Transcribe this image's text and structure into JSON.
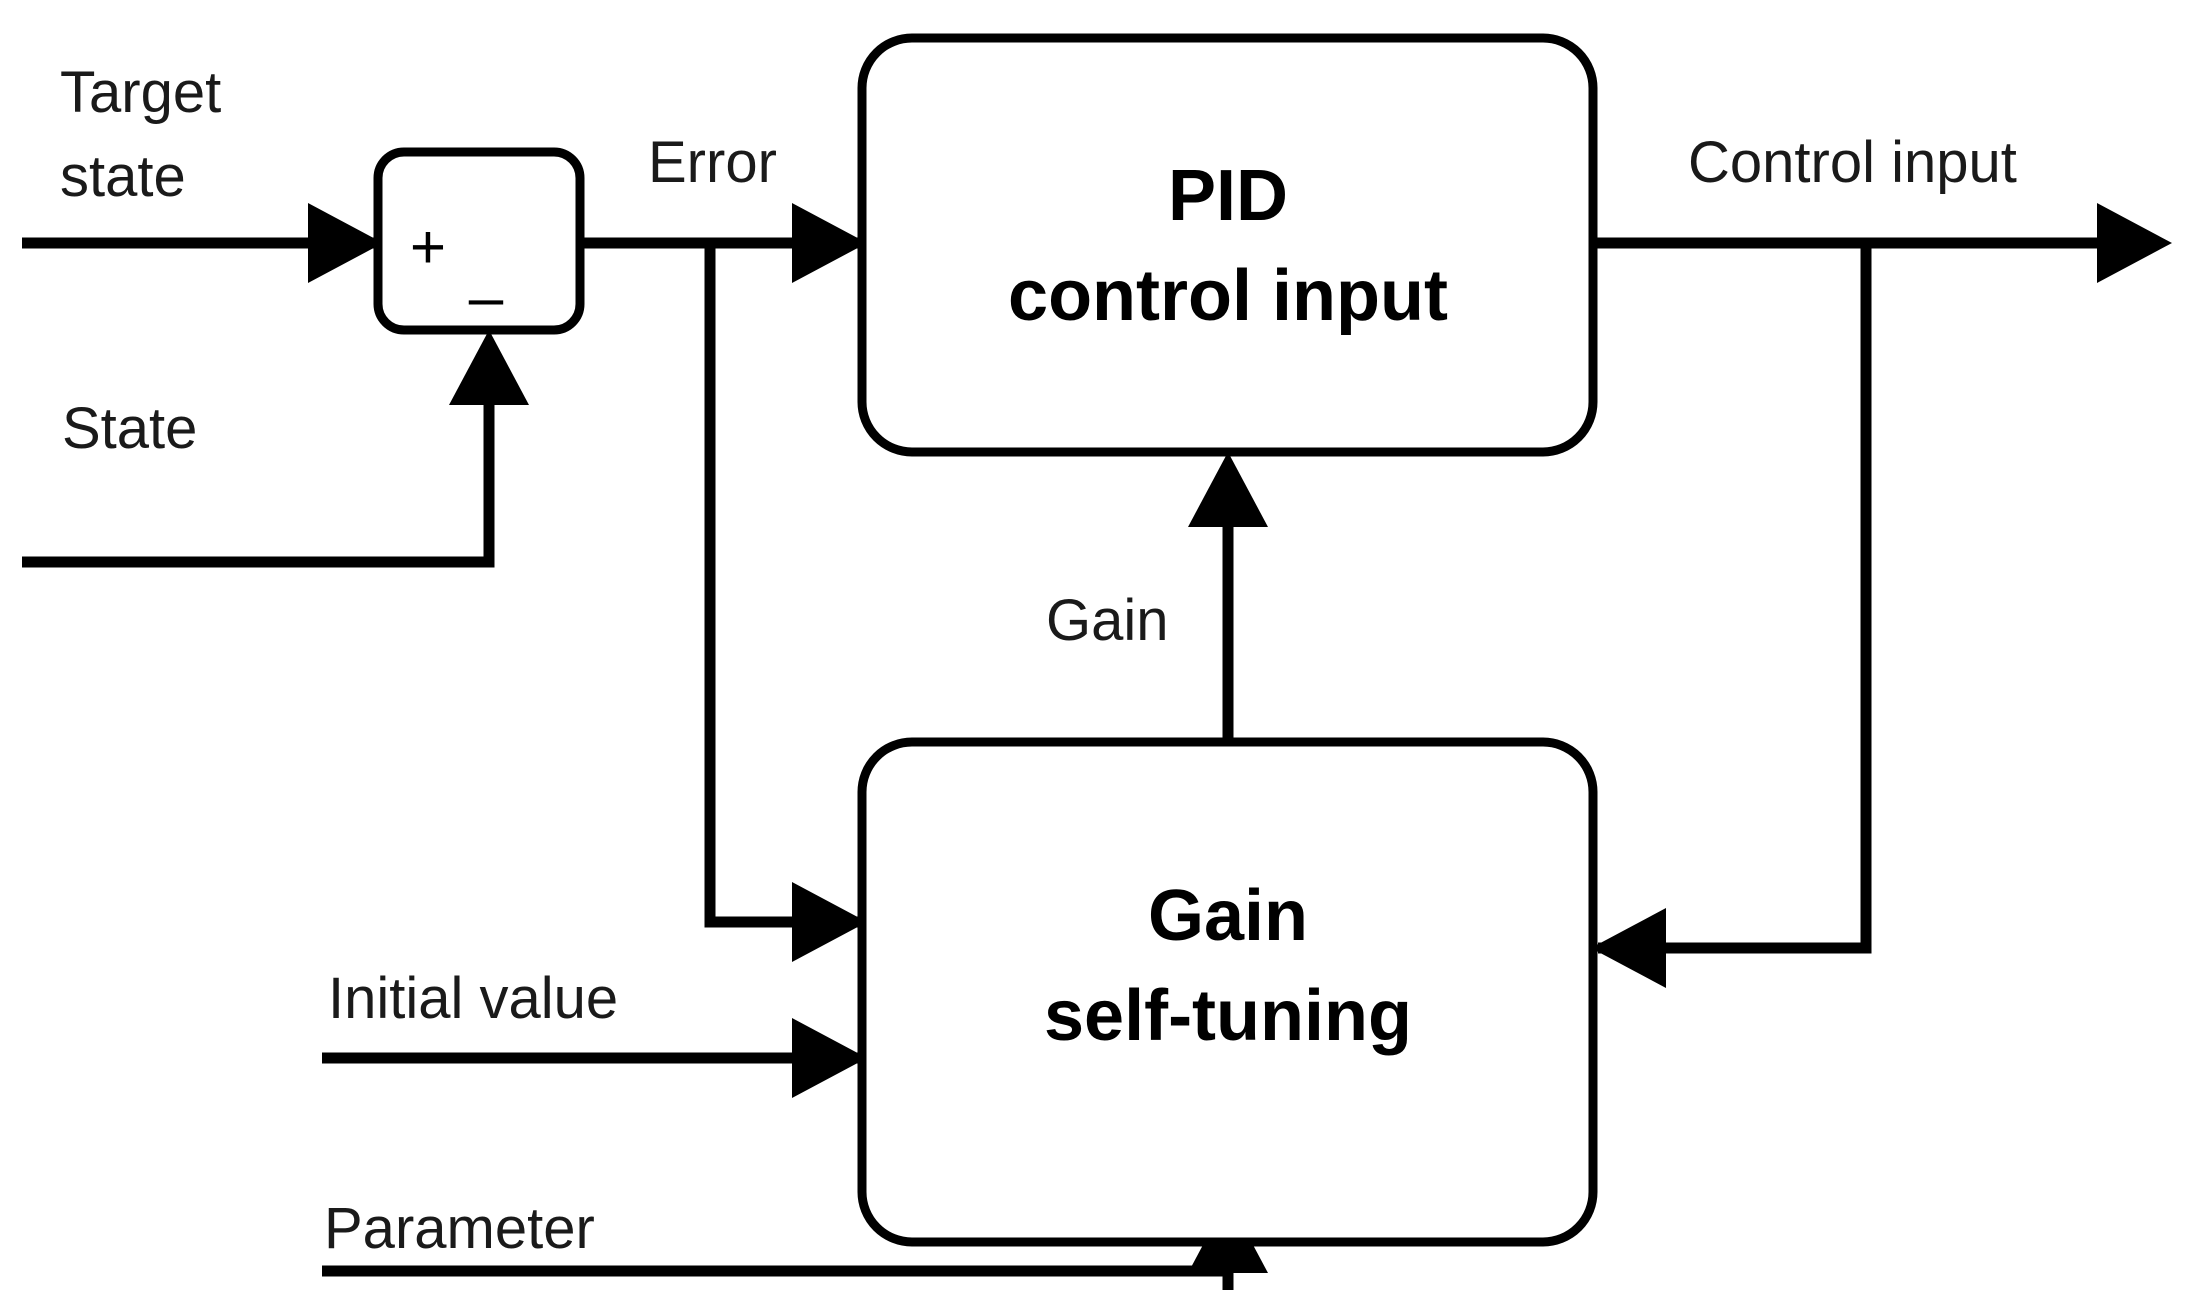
{
  "diagram": {
    "title": "PID control with gain self-tuning block diagram",
    "background_color": "#ffffff",
    "line_color": "#000000",
    "text_color": "#1a1a1a",
    "blocks": [
      {
        "id": "summing-junction",
        "label": "",
        "plus_sign": "+",
        "minus_sign": "–"
      },
      {
        "id": "pid-block",
        "line1": "PID",
        "line2": "control input"
      },
      {
        "id": "gain-block",
        "line1": "Gain",
        "line2": "self-tuning"
      }
    ],
    "signals": {
      "target_state_line1": "Target",
      "target_state_line2": "state",
      "state": "State",
      "error": "Error",
      "control_input": "Control  input",
      "gain": "Gain",
      "initial_value": "Initial  value",
      "parameter": "Parameter"
    }
  }
}
